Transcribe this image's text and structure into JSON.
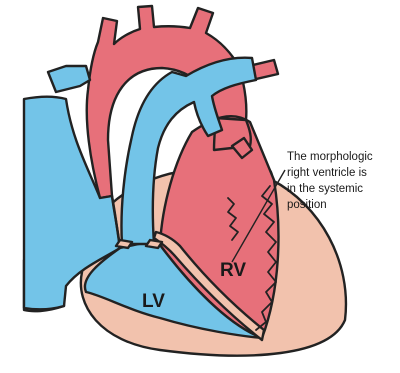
{
  "labels": {
    "lv": "LV",
    "rv": "RV"
  },
  "annotation": {
    "line1": "The morphologic",
    "line2": "right ventricle is",
    "line3": "in the systemic",
    "line4": "position"
  },
  "colors": {
    "blue_chamber": "#73c4e8",
    "pink_chamber": "#e7707a",
    "tan_wall": "#f2c2ad",
    "outline": "#222222"
  }
}
